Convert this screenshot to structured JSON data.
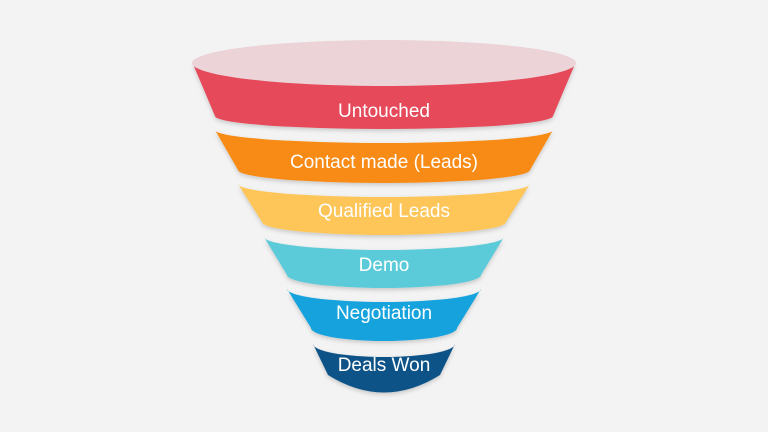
{
  "funnel": {
    "rim_color": "#ebd3d8",
    "stages": [
      {
        "label": "Untouched",
        "color": "#e5485a"
      },
      {
        "label": "Contact made (Leads)",
        "color": "#f78b12"
      },
      {
        "label": "Qualified Leads",
        "color": "#fec658"
      },
      {
        "label": "Demo",
        "color": "#5ccbd9"
      },
      {
        "label": "Negotiation",
        "color": "#16a3dd"
      },
      {
        "label": "Deals Won",
        "color": "#0b5287"
      }
    ]
  }
}
